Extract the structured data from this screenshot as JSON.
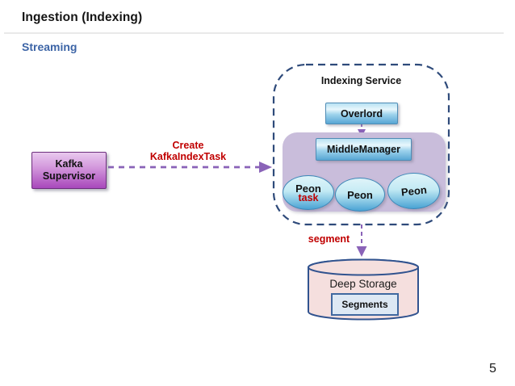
{
  "slide": {
    "title": "Ingestion (Indexing)",
    "subtitle": "Streaming",
    "page_number": "5"
  },
  "diagram": {
    "kafka_supervisor": {
      "line1": "Kafka",
      "line2": "Supervisor"
    },
    "create_task_label": {
      "line1": "Create",
      "line2": "KafkaIndexTask"
    },
    "indexing_service": {
      "title": "Indexing Service",
      "overlord_label": "Overlord",
      "middle_manager_label": "MiddleManager",
      "peons": [
        {
          "label": "Peon",
          "task_label": "task"
        },
        {
          "label": "Peon"
        },
        {
          "label": "Peon"
        }
      ]
    },
    "segment_label": "segment",
    "deep_storage": {
      "label": "Deep Storage",
      "segments_label": "Segments"
    }
  },
  "colors": {
    "annotation_red": "#c00000",
    "arrow_purple": "#8a63b8",
    "boundary_blue": "#2e4a7a",
    "container_purple": "#c9bddb",
    "kafka_purple": "#a848bb",
    "node_blue": "#58a6d4",
    "cylinder_pink": "#f5dfde",
    "cylinder_border_blue": "#31538f",
    "subtitle_blue": "#3c64a6",
    "divider_gray": "#e9e9e9"
  }
}
